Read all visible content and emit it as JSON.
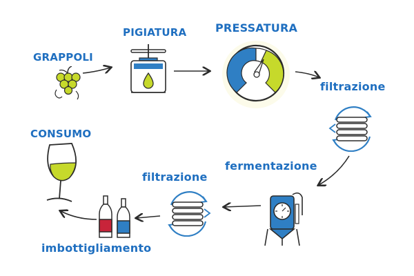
{
  "diagram": {
    "steps": [
      {
        "id": "grappoli",
        "label": "GRAPPOLI",
        "icon": "grapes-icon"
      },
      {
        "id": "pigiatura",
        "label": "PIGIATURA",
        "icon": "press-icon"
      },
      {
        "id": "pressatura",
        "label": "PRESSATURA",
        "icon": "pressure-gauge-icon"
      },
      {
        "id": "filtrazione-1",
        "label": "filtrazione",
        "icon": "filter-coil-icon"
      },
      {
        "id": "fermentazione",
        "label": "fermentazione",
        "icon": "fermentation-tank-icon"
      },
      {
        "id": "filtrazione-2",
        "label": "filtrazione",
        "icon": "filter-coil-icon"
      },
      {
        "id": "imbottigliamento",
        "label": "imbottigliamento",
        "icon": "bottles-icon"
      },
      {
        "id": "consumo",
        "label": "CONSUMO",
        "icon": "wine-glass-icon"
      }
    ],
    "colors": {
      "label": "#1f6fc0",
      "blue": "#2f7fc4",
      "lime": "#c6d92b",
      "red": "#c8243a",
      "outline": "#2b2b2b"
    }
  }
}
